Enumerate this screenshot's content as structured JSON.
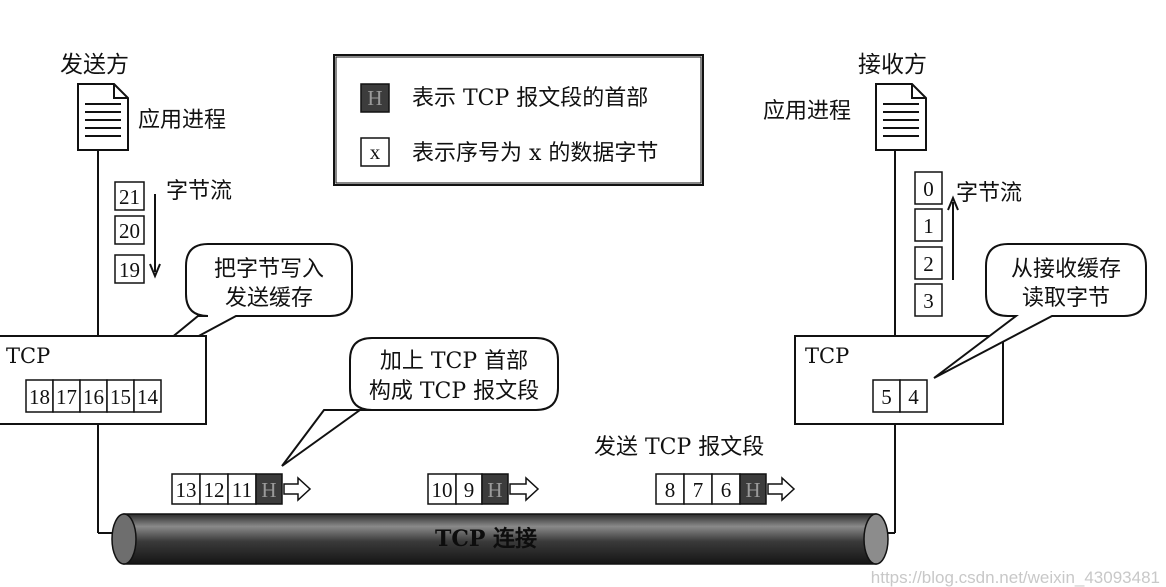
{
  "sender": {
    "title": "发送方",
    "app_process": "应用进程",
    "byte_stream": "字节流",
    "app_bytes": [
      "21",
      "20",
      "19"
    ]
  },
  "receiver": {
    "title": "接收方",
    "app_process": "应用进程",
    "byte_stream": "字节流",
    "app_bytes": [
      "0",
      "1",
      "2",
      "3"
    ]
  },
  "legend": {
    "header_symbol": "H",
    "header_text": "表示 TCP 报文段的首部",
    "byte_symbol": "x",
    "byte_text": "表示序号为 x 的数据字节"
  },
  "sender_tcp": {
    "label": "TCP",
    "buffer": [
      "18",
      "17",
      "16",
      "15",
      "14"
    ]
  },
  "receiver_tcp": {
    "label": "TCP",
    "buffer": [
      "5",
      "4"
    ]
  },
  "bubbles": {
    "write_line1": "把字节写入",
    "write_line2": "发送缓存",
    "header_line1": "加上 TCP 首部",
    "header_line2": "构成 TCP 报文段",
    "read_line1": "从接收缓存",
    "read_line2": "读取字节"
  },
  "send_segment_label": "发送 TCP 报文段",
  "segments": [
    {
      "bytes": [
        "13",
        "12",
        "11"
      ],
      "header": "H"
    },
    {
      "bytes": [
        "10",
        "9"
      ],
      "header": "H"
    },
    {
      "bytes": [
        "8",
        "7",
        "6"
      ],
      "header": "H"
    }
  ],
  "connection_label": "TCP 连接",
  "watermark": "https://blog.csdn.net/weixin_43093481"
}
